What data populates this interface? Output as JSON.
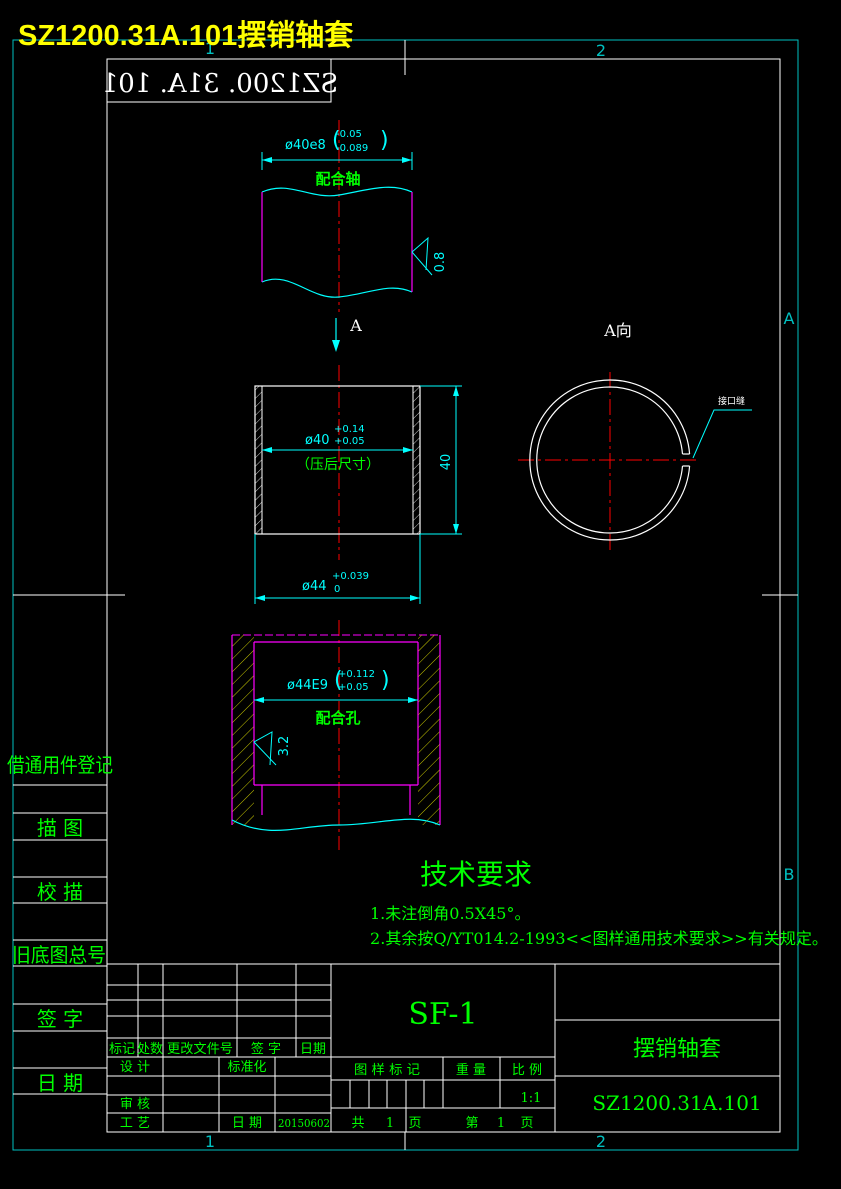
{
  "header": {
    "title": "SZ1200.31A.101摆销轴套",
    "mirrored_code": "SZ1200. 31A. 101"
  },
  "frame_labels": {
    "col1_top": "1",
    "col2_top": "2",
    "col1_bottom": "1",
    "col2_bottom": "2",
    "row_a": "A",
    "row_b": "B"
  },
  "top_view": {
    "dim": "ø40e8",
    "tol_upper": "-0.05",
    "tol_lower": "-0.089",
    "label": "配合轴",
    "roughness": "0.8",
    "arrow_label": "A"
  },
  "middle_view": {
    "dim": "ø40",
    "tol_upper": "+0.14",
    "tol_lower": "+0.05",
    "note": "（压后尺寸）",
    "height_dim": "40",
    "bottom_dim": "ø44",
    "bottom_tol_upper": "+0.039",
    "bottom_tol_lower": "0"
  },
  "bottom_view": {
    "dim": "ø44E9",
    "tol_upper": "+0.112",
    "tol_lower": "+0.05",
    "label": "配合孔",
    "roughness": "3.2"
  },
  "view_a": {
    "title": "A向",
    "leader_label": "接口缝"
  },
  "tech_requirements": {
    "heading": "技术要求",
    "items": [
      "1.未注倒角0.5X45°。",
      "2.其余按Q/YT014.2-1993<<图样通用技术要求>>有关规定。"
    ]
  },
  "side_panel": {
    "labels": [
      "借通用件登记",
      "描  图",
      "校  描",
      "旧底图总号",
      "签  字",
      "日  期"
    ]
  },
  "title_block": {
    "material": "SF-1",
    "part_name": "摆销轴套",
    "part_code": "SZ1200.31A.101",
    "rev_headers": [
      "标记",
      "处数",
      "更改文件号",
      "签 字",
      "日期"
    ],
    "design": "设 计",
    "standardize": "标准化",
    "review": "审 核",
    "process": "工 艺",
    "date_label": "日 期",
    "date_value": "20150602",
    "sample_mark": "图 样 标 记",
    "weight": "重 量",
    "scale_label": "比 例",
    "scale_value": "1:1",
    "total_label": "共",
    "total_value": "1",
    "page_unit": "页",
    "page_label": "第",
    "page_value": "1",
    "page_unit2": "页"
  },
  "colors": {
    "frame": "#ffffff",
    "border_cyan": "#00c0c0",
    "text_green": "#00ff00",
    "title_yellow": "#ffff00",
    "dim_cyan": "#00ffff",
    "magenta": "#ff00ff",
    "center_red": "#ff0000",
    "hatch_yellow": "#c8c800"
  }
}
